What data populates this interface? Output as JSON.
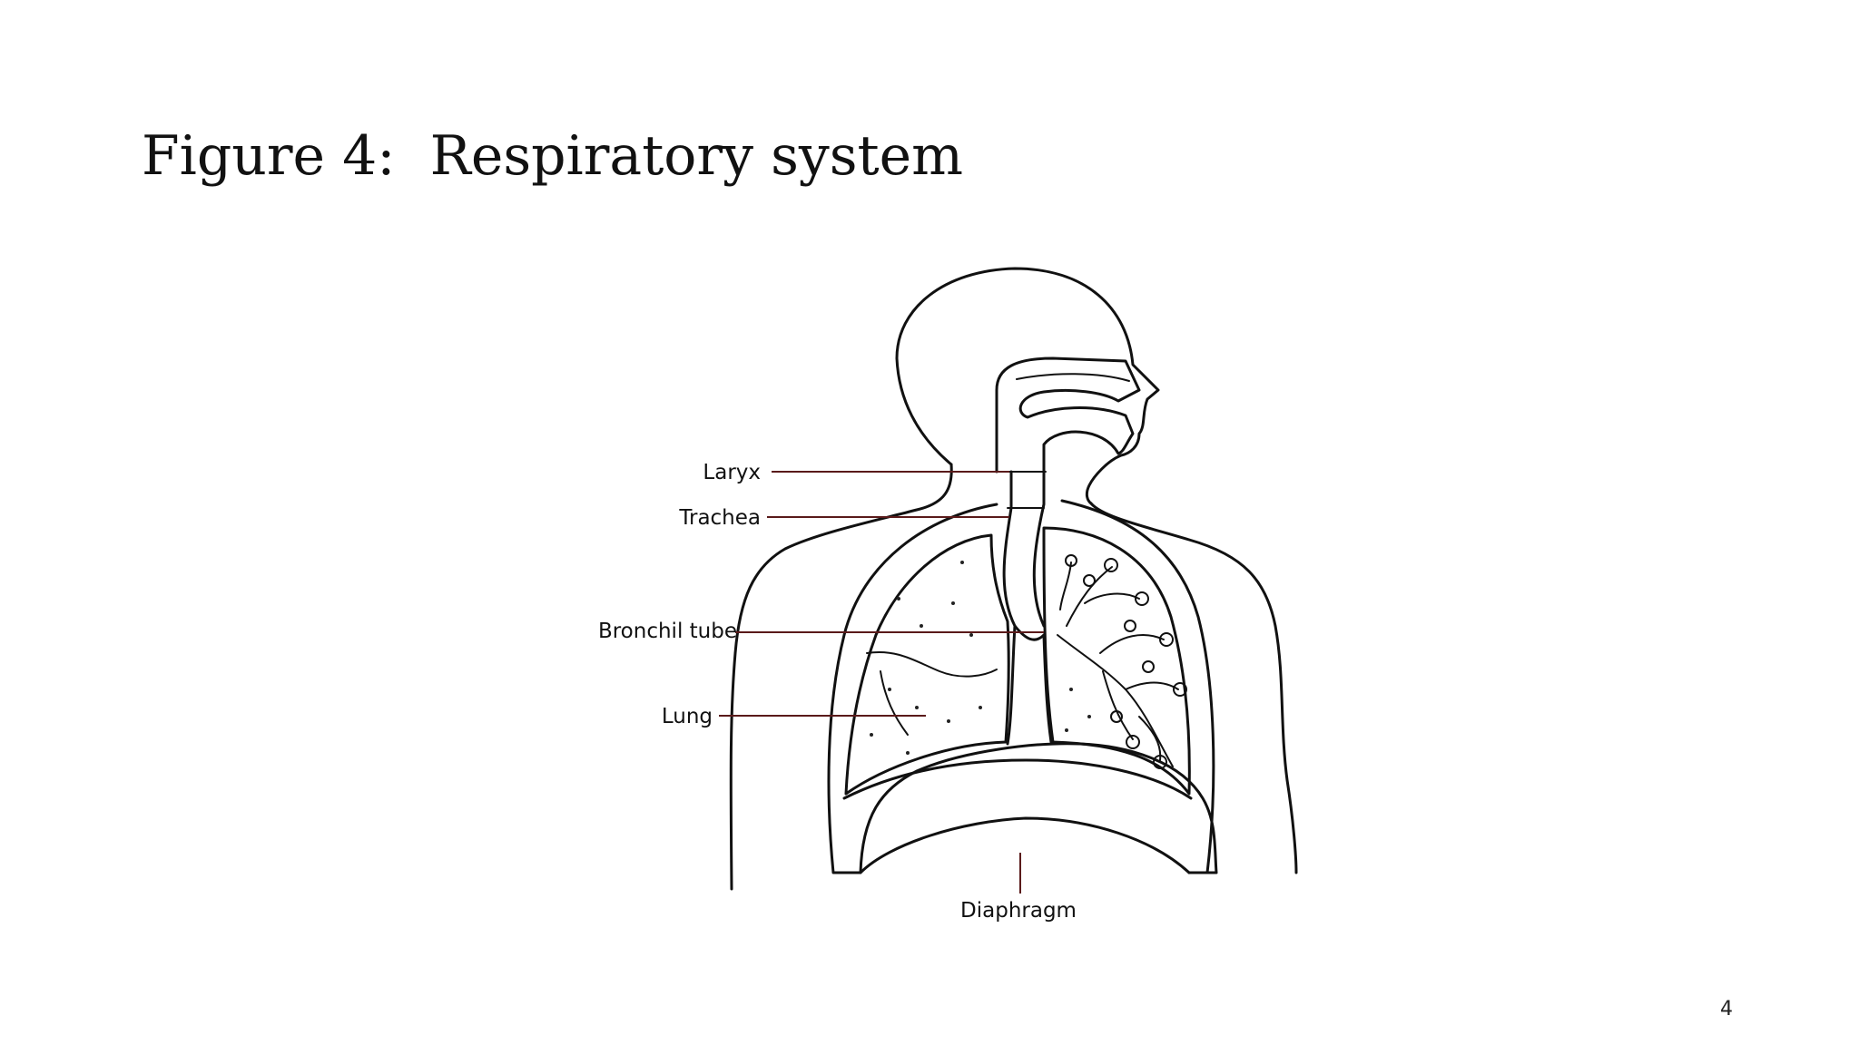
{
  "slide": {
    "title": "Figure 4:  Respiratory system",
    "page_number": "4"
  },
  "diagram": {
    "labels": {
      "larynx": "Laryx",
      "trachea": "Trachea",
      "bronchial_tube": "Bronchil tube",
      "lung": "Lung",
      "diaphragm": "Diaphragm"
    }
  }
}
